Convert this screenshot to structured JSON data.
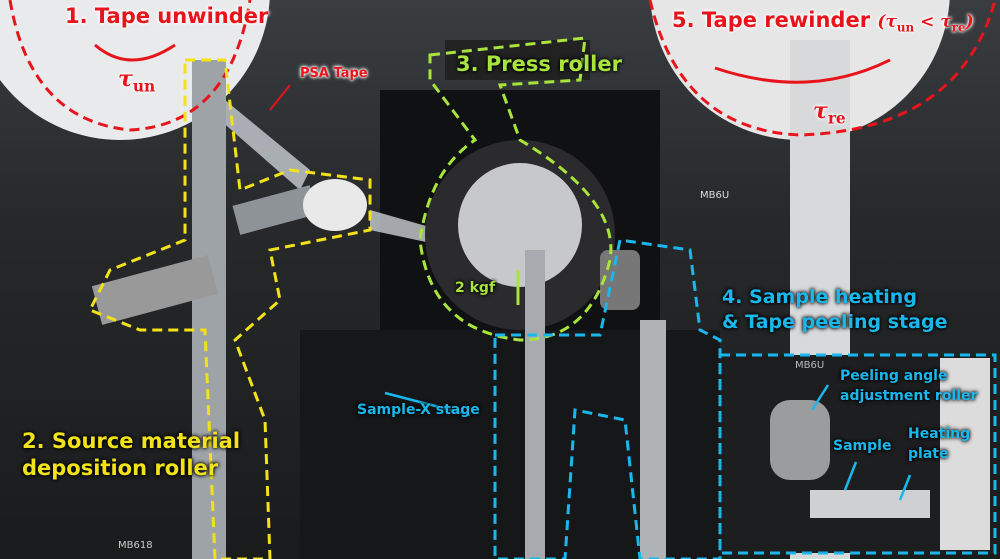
{
  "labels": {
    "unwinder": "1. Tape unwinder",
    "tau_un": "τ",
    "tau_un_sub": "un",
    "psa_tape": "PSA Tape",
    "deposition_line1": "2. Source material",
    "deposition_line2": "deposition roller",
    "press_roller": "3. Press roller",
    "force": "2 kgf",
    "sample_x_stage": "Sample-X stage",
    "heating_line1": "4. Sample heating",
    "heating_line2": "& Tape peeling stage",
    "rewinder": "5. Tape rewinder",
    "rewinder_relation_open": "(",
    "rewinder_tau1": "τ",
    "rewinder_tau1_sub": "un",
    "rewinder_lt": " < ",
    "rewinder_tau2": "τ",
    "rewinder_tau2_sub": "re",
    "rewinder_relation_close": ")",
    "tau_re": "τ",
    "tau_re_sub": "re",
    "peeling_line1": "Peeling angle",
    "peeling_line2": "adjustment roller",
    "sample": "Sample",
    "heating_plate_line1": "Heating",
    "heating_plate_line2": "plate"
  },
  "equipment_text": {
    "mount_top": "MB6U",
    "stage_bottom": "MB618",
    "inset_mount": "MB6U"
  },
  "colors": {
    "unwinder": "#e8141b",
    "deposition": "#f2e21a",
    "press": "#a8e43c",
    "stage": "#19b8ec"
  }
}
